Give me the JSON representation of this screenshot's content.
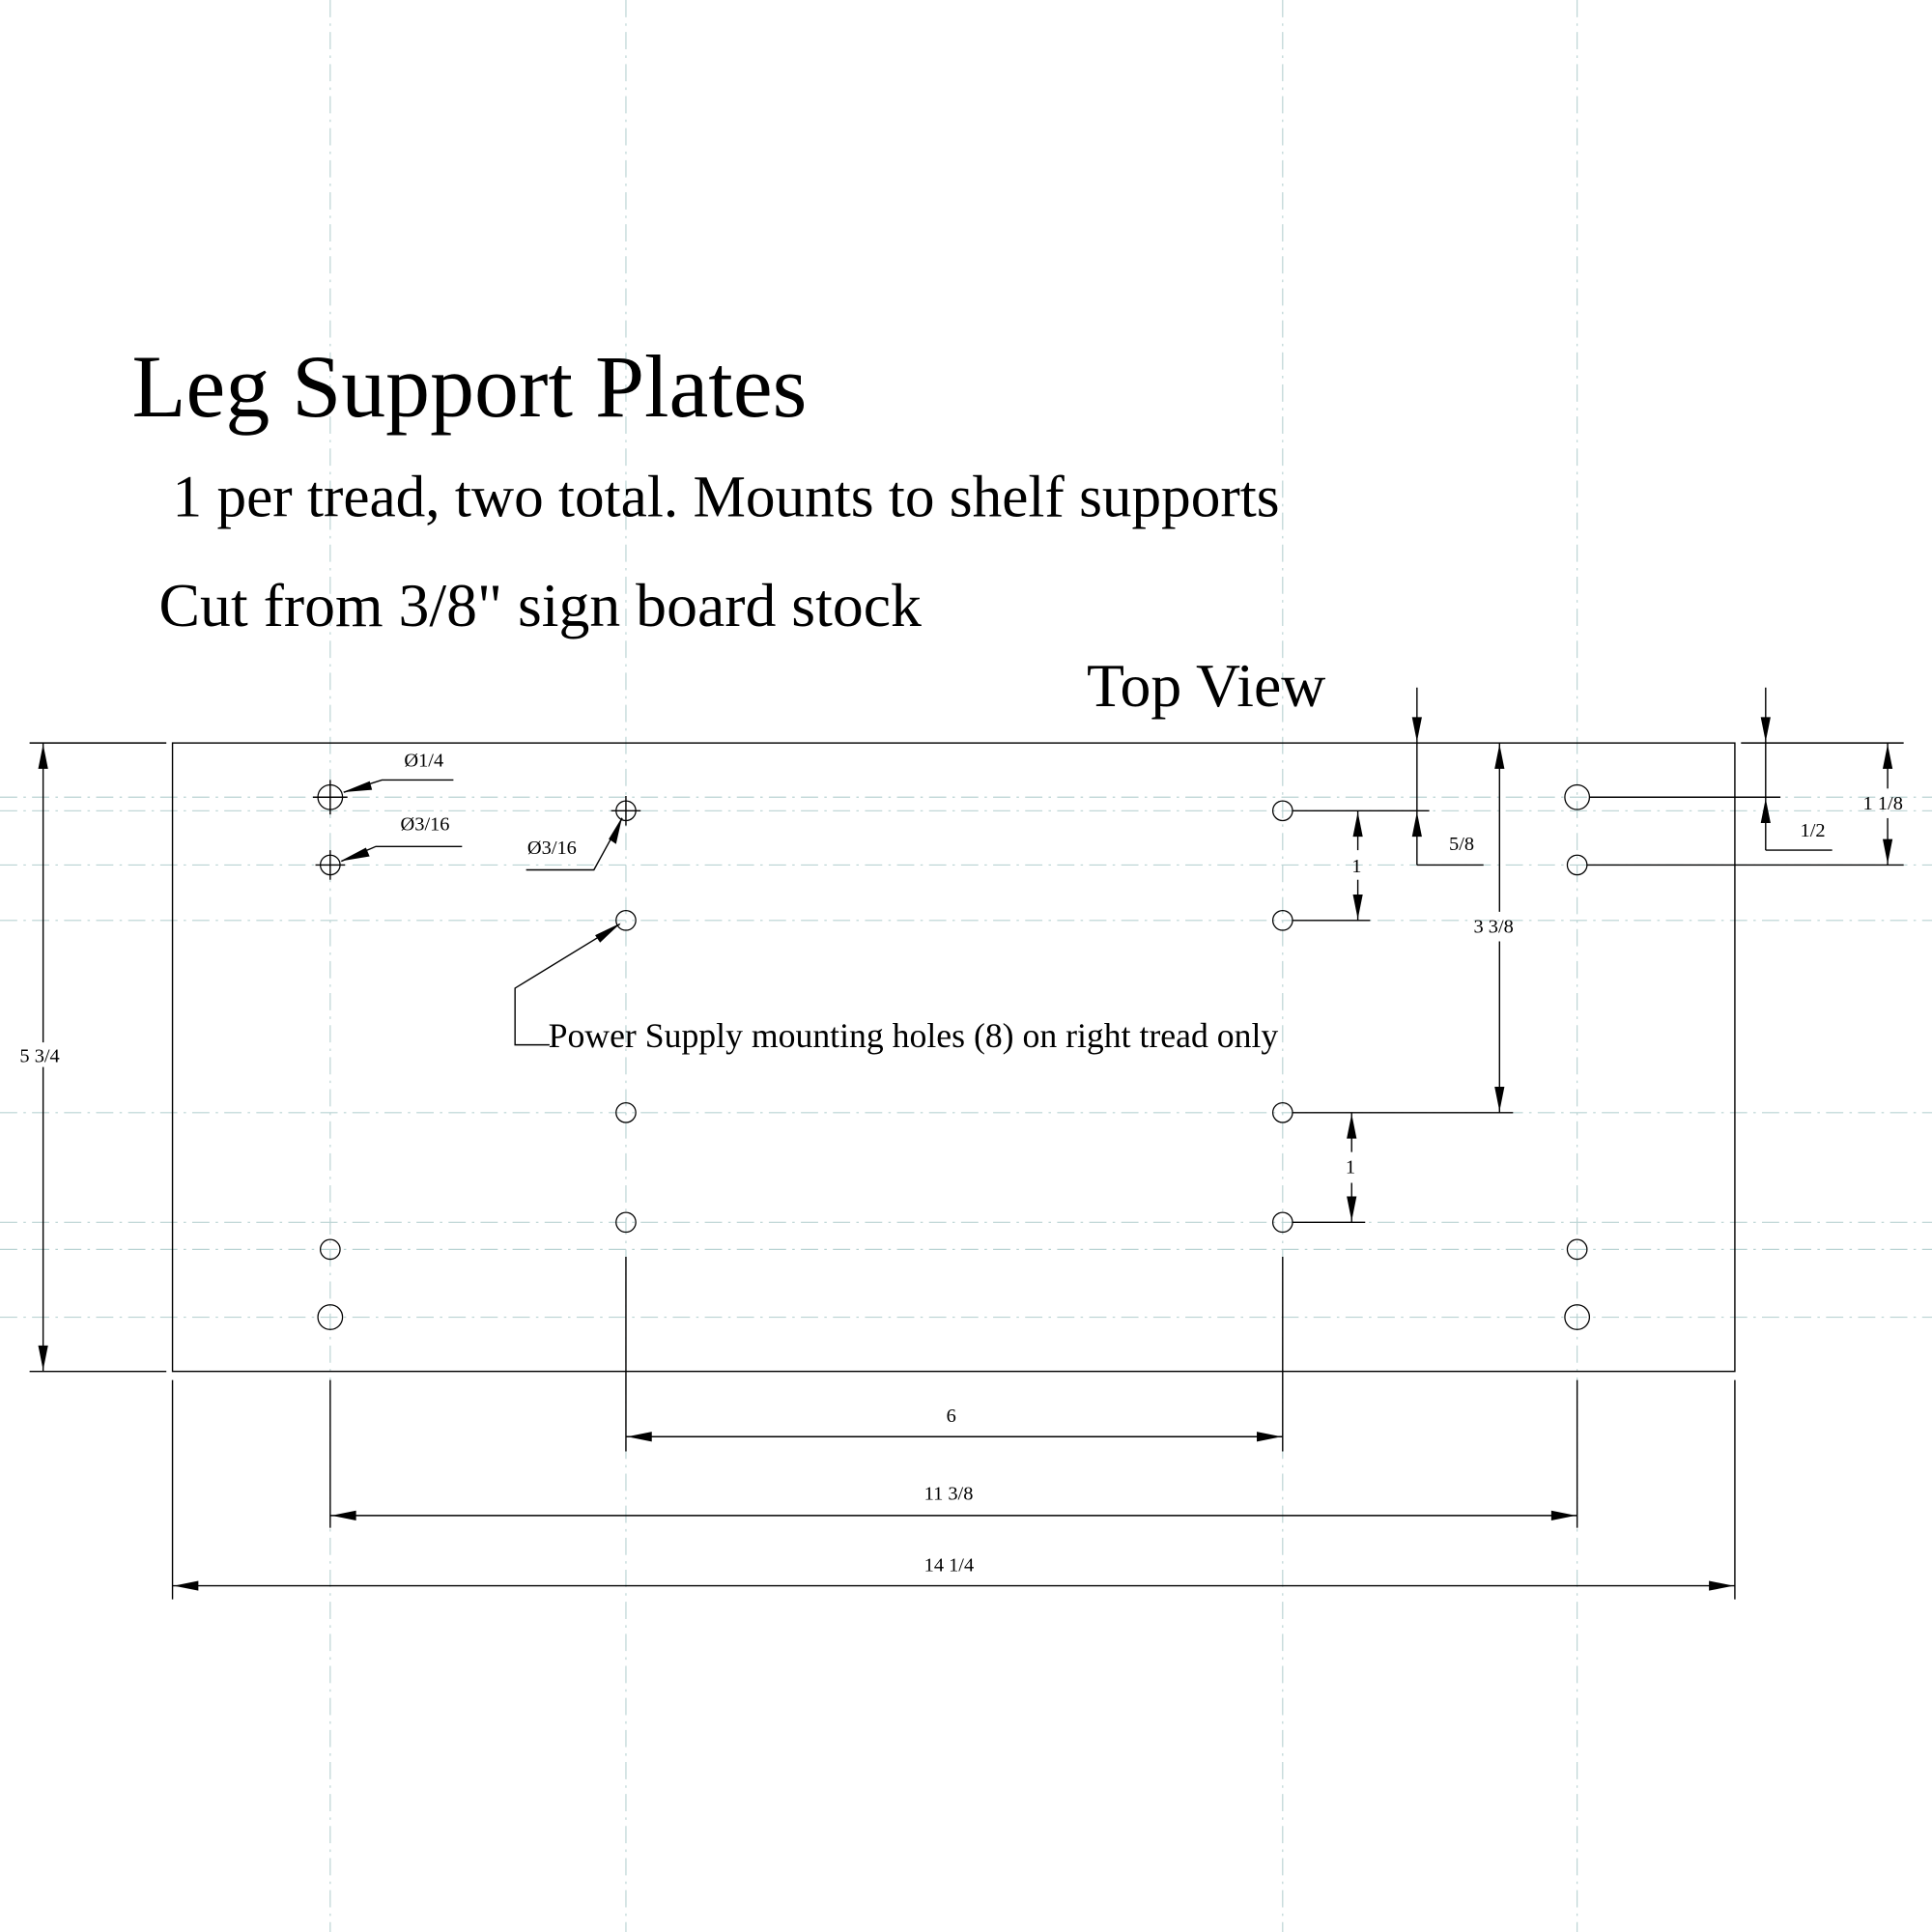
{
  "drawing": {
    "title": "Leg Support Plates",
    "subtitle": "1 per tread, two total. Mounts to shelf supports",
    "material": "Cut from 3/8\" sign board stock",
    "view_label": "Top View",
    "note": "Power Supply mounting holes (8) on right tread only",
    "hole_callouts": [
      "Ø1/4",
      "Ø3/16",
      "Ø3/16"
    ],
    "dimensions": {
      "overall_height": "5 3/4",
      "overall_width": "14 1/4",
      "outer_hole_spacing": "11 3/8",
      "inner_hole_spacing": "6",
      "ps_top_offset": "5/8",
      "ps_spacing_top": "1",
      "ps_spacing_bottom": "1",
      "ps_span": "3 3/8",
      "outer_top_offset": "1/2",
      "outer_pair_offset": "1 1/8"
    }
  }
}
